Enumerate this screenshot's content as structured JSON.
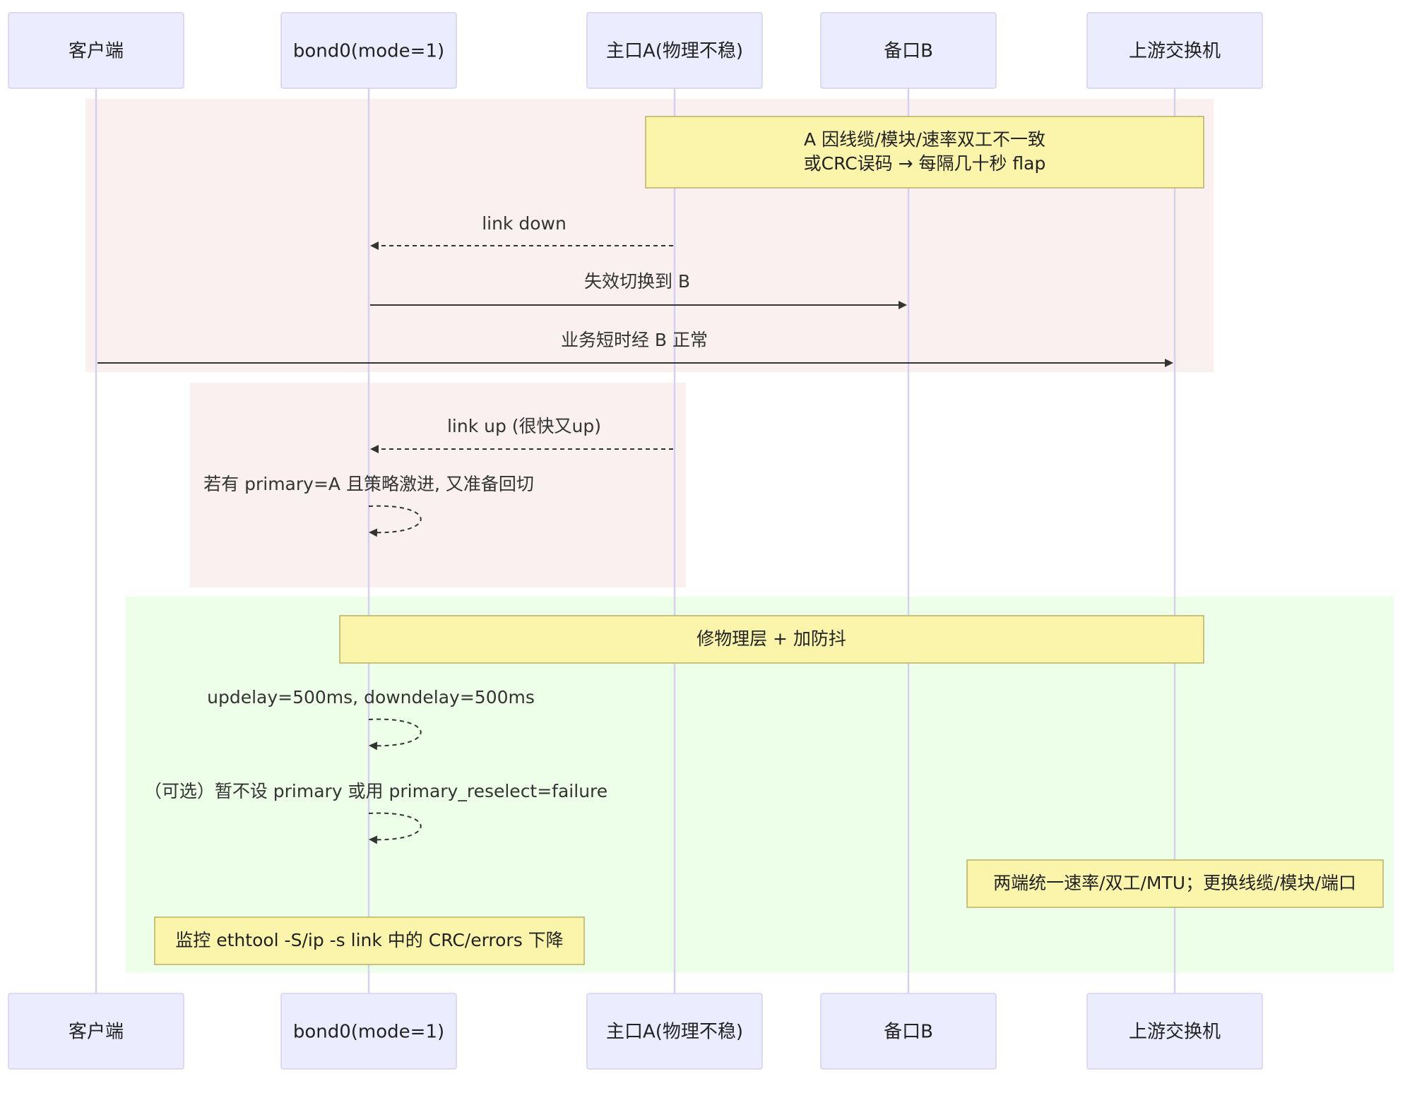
{
  "participants": [
    {
      "id": "client",
      "label": "客户端"
    },
    {
      "id": "bond0",
      "label": "bond0(mode=1)"
    },
    {
      "id": "portA",
      "label": "主口A(物理不稳)"
    },
    {
      "id": "portB",
      "label": "备口B"
    },
    {
      "id": "switch",
      "label": "上游交换机"
    }
  ],
  "notes": {
    "flap_line1": "A 因线缆/模块/速率双工不一致",
    "flap_line2": "或CRC误码 → 每隔几十秒 flap",
    "fix": "修物理层 + 加防抖",
    "unify": "两端统一速率/双工/MTU；更换线缆/模块/端口",
    "monitor": "监控 ethtool -S/ip -s link 中的 CRC/errors 下降"
  },
  "messages": {
    "link_down": "link down",
    "failover": "失效切换到 B",
    "traffic_b": "业务短时经 B 正常",
    "link_up": "link up (很快又up)",
    "reswitch": "若有 primary=A 且策略激进, 又准备回切",
    "delays": "updelay=500ms, downdelay=500ms",
    "optional": "（可选）暂不设 primary 或用 primary_reselect=failure"
  },
  "colors": {
    "actor_fill": "#ECECFF",
    "note_fill": "#FBF5AC",
    "region_red": "#FAF0F0",
    "region_green": "#EDFFE8"
  }
}
